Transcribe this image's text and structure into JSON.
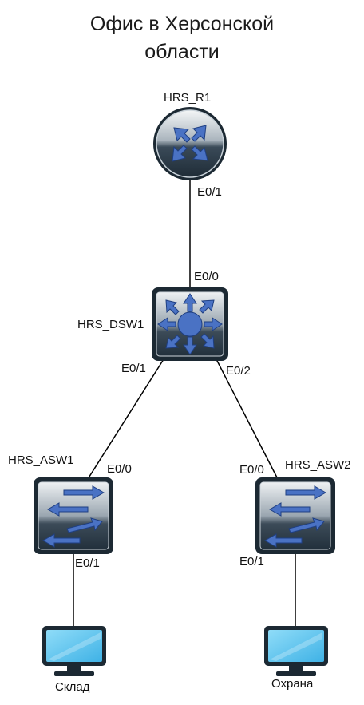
{
  "title": {
    "line1": "Офис в Херсонской",
    "line2": "области"
  },
  "nodes": {
    "router": {
      "name": "HRS_R1",
      "type": "router-icon"
    },
    "dsw": {
      "name": "HRS_DSW1",
      "type": "multilayer-switch-icon"
    },
    "asw1": {
      "name": "HRS_ASW1",
      "type": "switch-icon"
    },
    "asw2": {
      "name": "HRS_ASW2",
      "type": "switch-icon"
    },
    "pc1": {
      "name": "Склад",
      "type": "monitor-icon"
    },
    "pc2": {
      "name": "Охрана",
      "type": "monitor-icon"
    }
  },
  "ports": {
    "r1_e01": "E0/1",
    "dsw_e00": "E0/0",
    "dsw_e01": "E0/1",
    "dsw_e02": "E0/2",
    "asw1_e00": "E0/0",
    "asw1_e01": "E0/1",
    "asw2_e00": "E0/0",
    "asw2_e01": "E0/1"
  },
  "colors": {
    "device_dark": "#253442",
    "arrow": "#4a72c4",
    "screen": "#5cc2ef",
    "link": "#000000"
  }
}
